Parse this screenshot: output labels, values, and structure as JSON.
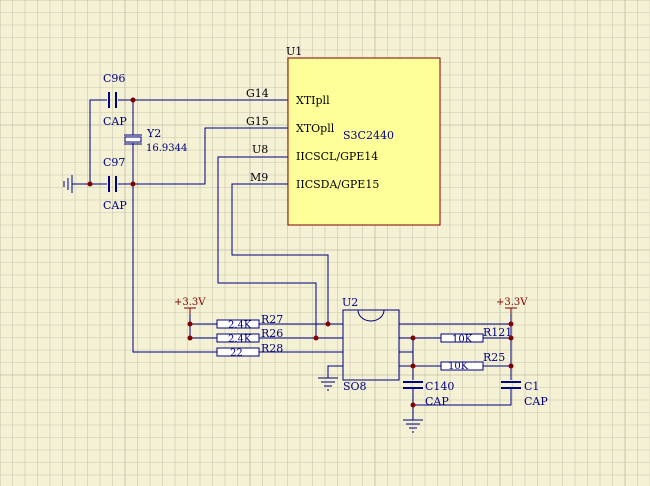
{
  "grid": {
    "minor": 12.5,
    "major": 125,
    "minor_color": "#c8c8b4",
    "major_color": "#a8a890",
    "background": "#f4f1d4"
  },
  "colors": {
    "wire": "#000080",
    "part_body": "#ffff99",
    "outline": "#800000",
    "text": "#000080"
  },
  "u1": {
    "ref": "U1",
    "name": "S3C2440",
    "pins": [
      {
        "num": "G14",
        "name": "XTIpll"
      },
      {
        "num": "G15",
        "name": "XTOpll"
      },
      {
        "num": "U8",
        "name": "IICSCL/GPE14"
      },
      {
        "num": "M9",
        "name": "IICSDA/GPE15"
      }
    ]
  },
  "c96": {
    "ref": "C96",
    "value": "CAP"
  },
  "c97": {
    "ref": "C97",
    "value": "CAP"
  },
  "y2": {
    "ref": "Y2",
    "value": "16.9344"
  },
  "u2": {
    "ref": "U2",
    "package": "SO8"
  },
  "resistors": [
    {
      "ref": "R27",
      "value": "2.4K"
    },
    {
      "ref": "R26",
      "value": "2.4K"
    },
    {
      "ref": "R28",
      "value": "22"
    },
    {
      "ref": "R121",
      "value": "10K"
    },
    {
      "ref": "R25",
      "value": "10K"
    }
  ],
  "c140": {
    "ref": "C140",
    "value": "CAP"
  },
  "c1": {
    "ref": "C1",
    "value": "CAP"
  },
  "power": {
    "left": "+3.3V",
    "right": "+3.3V"
  }
}
